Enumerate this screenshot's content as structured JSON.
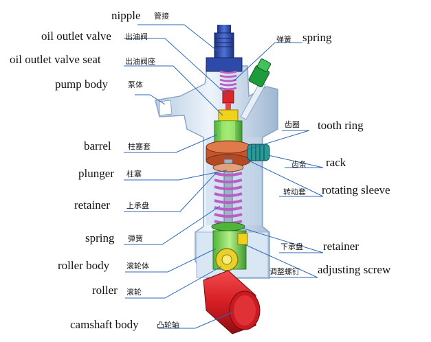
{
  "labels": {
    "nipple": {
      "en": "nipple",
      "zh": "管接"
    },
    "oil_outlet_valve": {
      "en": "oil outlet valve",
      "zh": "出油阀"
    },
    "oil_outlet_valve_seat": {
      "en": "oil outlet valve seat",
      "zh": "出油阀座"
    },
    "pump_body": {
      "en": "pump body",
      "zh": "泵体"
    },
    "spring_top": {
      "en": "spring",
      "zh": "弹簧"
    },
    "tooth_ring": {
      "en": "tooth ring",
      "zh": "齿圈"
    },
    "barrel": {
      "en": "barrel",
      "zh": "柱塞套"
    },
    "rack": {
      "en": "rack",
      "zh": "齿条"
    },
    "plunger": {
      "en": "plunger",
      "zh": "柱塞"
    },
    "rotating_sleeve": {
      "en": "rotating sleeve",
      "zh": "转动套"
    },
    "retainer_upper": {
      "en": "retainer",
      "zh": "上承盘"
    },
    "spring_lower": {
      "en": "spring",
      "zh": "弹簧"
    },
    "retainer_lower": {
      "en": "retainer",
      "zh": "下承盘"
    },
    "roller_body": {
      "en": "roller body",
      "zh": "滚轮体"
    },
    "adjusting_screw": {
      "en": "adjusting screw",
      "zh": "调整螺钉"
    },
    "roller": {
      "en": "roller",
      "zh": "滚轮"
    },
    "camshaft_body": {
      "en": "camshaft body",
      "zh": "凸轮轴"
    }
  },
  "colors": {
    "leader_line": "#2a66b8",
    "housing": "#d5e3f2",
    "housing_edge": "#8aa6c6",
    "spring": "#b85ec4",
    "nipple_blue": "#2d4aa8",
    "valve_red": "#d8262a",
    "valve_seat_yellow": "#f0d21c",
    "barrel_green": "#7ed957",
    "rack_teal": "#2a9a96",
    "rotating_sleeve": "#c86a3a",
    "roller_yellow": "#e8d12a",
    "camshaft_red": "#d61e24",
    "vent_green": "#1e9b3a"
  }
}
